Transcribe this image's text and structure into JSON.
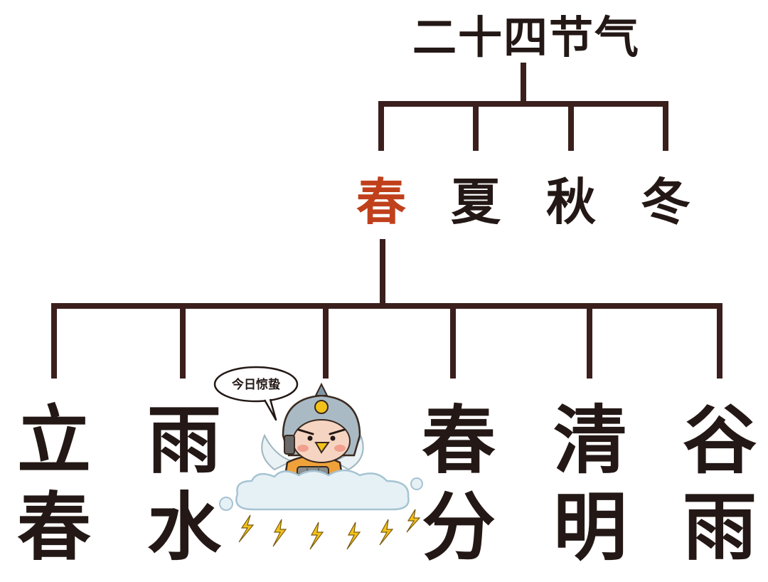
{
  "title": "二十四节气",
  "seasons": [
    {
      "label": "春",
      "color": "#c0401c"
    },
    {
      "label": "夏",
      "color": "#231815"
    },
    {
      "label": "秋",
      "color": "#231815"
    },
    {
      "label": "冬",
      "color": "#231815"
    }
  ],
  "terms": [
    {
      "line1": "立",
      "line2": "春"
    },
    {
      "line1": "雨",
      "line2": "水"
    },
    {
      "line1": "春",
      "line2": "分"
    },
    {
      "line1": "清",
      "line2": "明"
    },
    {
      "line1": "谷",
      "line2": "雨"
    }
  ],
  "mascot": {
    "speech": "今日惊蛰",
    "icon": "thunder-cloud-mascot-icon"
  },
  "colors": {
    "line": "#3a1f1c",
    "text": "#231815",
    "highlight": "#c0401c",
    "lightning": "#f2c21b"
  }
}
